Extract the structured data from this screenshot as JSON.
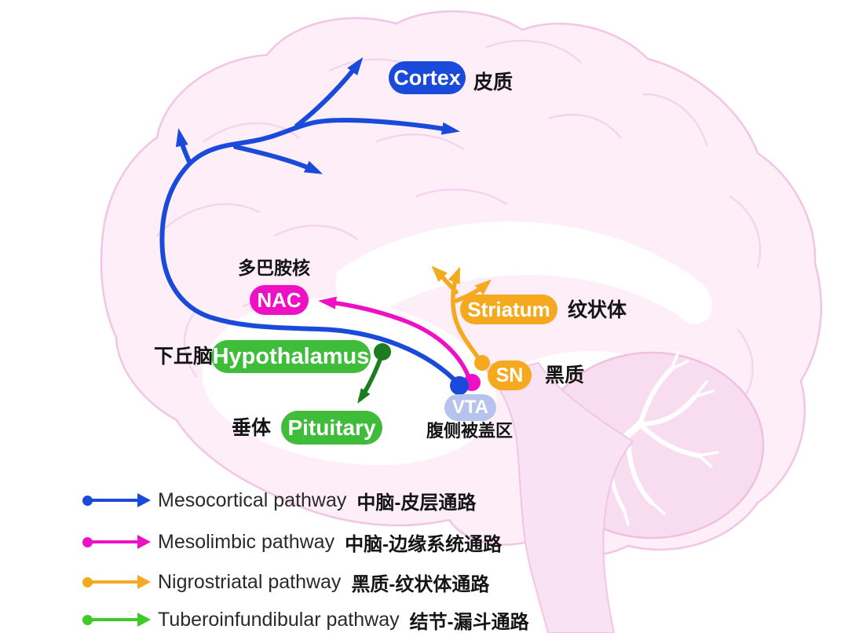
{
  "figure_type": "brain-dopamine-pathways-diagram",
  "regions": {
    "cortex": {
      "en": "Cortex",
      "zh": "皮质"
    },
    "nac": {
      "en": "NAC",
      "zh": "多巴胺核"
    },
    "striatum": {
      "en": "Striatum",
      "zh": "纹状体"
    },
    "sn": {
      "en": "SN",
      "zh": "黑质"
    },
    "vta": {
      "en": "VTA",
      "zh": "腹侧被盖区"
    },
    "hypothalamus": {
      "en": "Hypothalamus",
      "zh": "下丘脑"
    },
    "pituitary": {
      "en": "Pituitary",
      "zh": "垂体"
    }
  },
  "legend": [
    {
      "en": "Mesocortical pathway",
      "zh": "中脑-皮层通路",
      "color": "#1a4ad9"
    },
    {
      "en": "Mesolimbic pathway",
      "zh": "中脑-边缘系统通路",
      "color": "#ee10c5"
    },
    {
      "en": "Nigrostriatal pathway",
      "zh": "黑质-纹状体通路",
      "color": "#f5a91e"
    },
    {
      "en": "Tuberoinfundibular pathway",
      "zh": "结节-漏斗通路",
      "color": "#3ecb27"
    }
  ],
  "colors": {
    "mesocortical_blue": "#1a4ad9",
    "mesolimbic_magenta": "#ee10c5",
    "nigrostriatal_orange": "#f5a91e",
    "tuberoinfundibular_green_legend": "#3ecb27",
    "tuberoinfundibular_green_arrow": "#1d7c1f",
    "region_pill_green": "#3fbc3a",
    "vta_pill": "#b7c3ed",
    "brain_fill": "#fdeef8",
    "brain_outline": "#f2c5e5",
    "label_text": "#141414"
  }
}
